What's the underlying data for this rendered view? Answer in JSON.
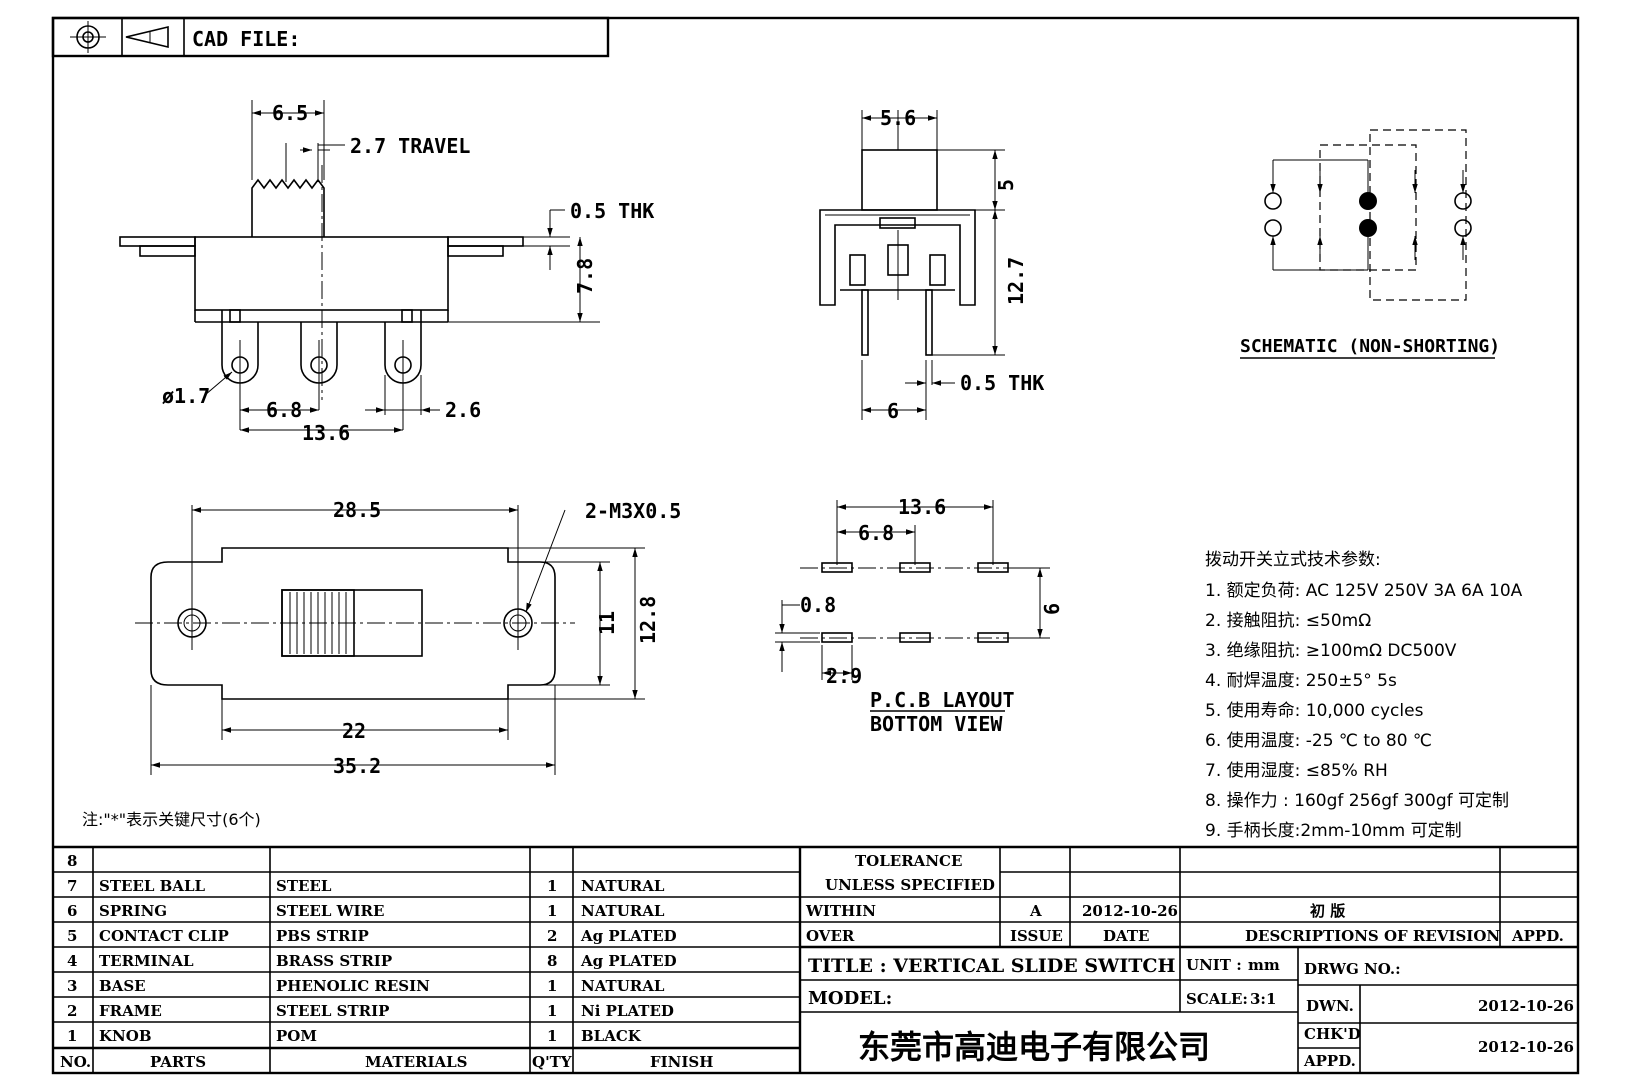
{
  "header": {
    "cad_file_label": "CAD FILE:"
  },
  "side_view": {
    "dim_knob_width": "6.5",
    "dim_travel": "2.7 TRAVEL",
    "dim_thk": "0.5 THK",
    "dim_height": "7.8",
    "dim_hole": "ø1.7",
    "dim_pitch": "6.8",
    "dim_pin": "2.6",
    "dim_span": "13.6"
  },
  "end_view": {
    "dim_knob": "5.6",
    "dim_knob_height": "5",
    "dim_total_height": "12.7",
    "dim_thk": "0.5 THK",
    "dim_pin_span": "6"
  },
  "schematic": {
    "caption": "SCHEMATIC (NON-SHORTING)"
  },
  "top_view": {
    "dim_hole_spacing": "28.5",
    "dim_screw": "2-M3X0.5",
    "dim_inner_height": "11",
    "dim_outer_height": "12.8",
    "dim_body_length": "22",
    "dim_total_length": "35.2"
  },
  "pcb": {
    "dim_span": "13.6",
    "dim_pitch": "6.8",
    "dim_row": "6",
    "dim_pad_w": "0.8",
    "dim_pad_l": "2.9",
    "caption_line1": "P.C.B LAYOUT",
    "caption_line2": "BOTTOM VIEW"
  },
  "note": "注:\"*\"表示关键尺寸(6个)",
  "specs": {
    "title": "拨动开关立式技术参数:",
    "items": [
      "1. 额定负荷: AC 125V 250V    3A    6A    10A",
      "2. 接触阻抗: ≤50mΩ",
      "3. 绝缘阻抗: ≥100mΩ  DC500V",
      "4. 耐焊温度: 250±5°  5s",
      "5. 使用寿命: 10,000 cycles",
      "6. 使用温度: -25 ℃  to 80 ℃",
      "7. 使用湿度: ≤85% RH",
      "8. 操作力 : 160gf   256gf   300gf  可定制",
      "9. 手柄长度:2mm-10mm   可定制"
    ]
  },
  "bom": {
    "headers": {
      "no": "NO.",
      "parts": "PARTS",
      "materials": "MATERIALS",
      "qty": "Q'TY",
      "finish": "FINISH"
    },
    "rows": [
      {
        "no": "8",
        "part": "",
        "material": "",
        "qty": "",
        "finish": ""
      },
      {
        "no": "7",
        "part": "STEEL BALL",
        "material": "STEEL",
        "qty": "1",
        "finish": "NATURAL"
      },
      {
        "no": "6",
        "part": "SPRING",
        "material": "STEEL WIRE",
        "qty": "1",
        "finish": "NATURAL"
      },
      {
        "no": "5",
        "part": "CONTACT CLIP",
        "material": "PBS STRIP",
        "qty": "2",
        "finish": "Ag PLATED"
      },
      {
        "no": "4",
        "part": "TERMINAL",
        "material": "BRASS STRIP",
        "qty": "8",
        "finish": "Ag PLATED"
      },
      {
        "no": "3",
        "part": "BASE",
        "material": "PHENOLIC RESIN",
        "qty": "1",
        "finish": "NATURAL"
      },
      {
        "no": "2",
        "part": "FRAME",
        "material": "STEEL STRIP",
        "qty": "1",
        "finish": "Ni PLATED"
      },
      {
        "no": "1",
        "part": "KNOB",
        "material": "POM",
        "qty": "1",
        "finish": "BLACK"
      }
    ]
  },
  "title_block": {
    "tolerance": "TOLERANCE",
    "unless_specified": "UNLESS   SPECIFIED",
    "within": "WITHIN",
    "over": "OVER",
    "issue_value": "A",
    "date_value": "2012-10-26",
    "revision_value": "初  版",
    "issue_label": "ISSUE",
    "date_label": "DATE",
    "revision_label": "DESCRIPTIONS OF REVISION",
    "appd_label": "APPD.",
    "title": "TITLE :  VERTICAL SLIDE SWITCH",
    "unit_label": "UNIT :",
    "unit_value": "mm",
    "drwg_no": "DRWG NO.:",
    "model": "MODEL:",
    "scale_label": "SCALE:",
    "scale_value": "3:1",
    "dwn": "DWN.",
    "dwn_date": "2012-10-26",
    "chkd": "CHK'D",
    "chkd_date": "2012-10-26",
    "appd2": "APPD.",
    "company": "东莞市高迪电子有限公司"
  }
}
